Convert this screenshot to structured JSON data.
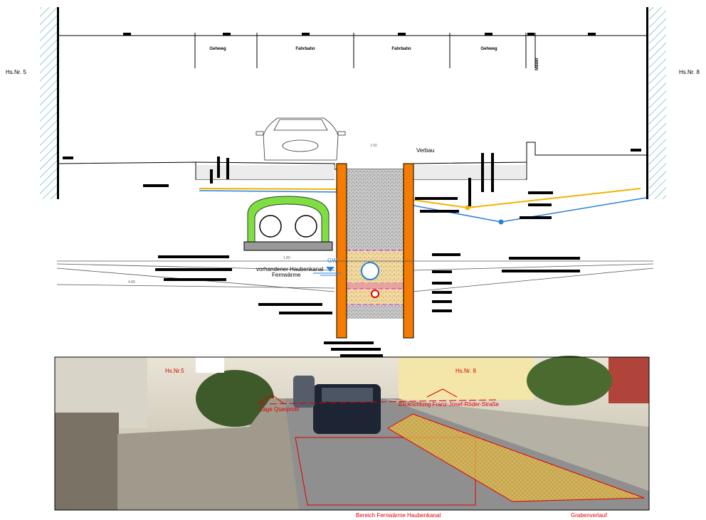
{
  "section": {
    "house_left": "Hs.Nr. 5",
    "house_right": "Hs.Nr. 8",
    "zones": [
      "Gehweg",
      "Fahrbahn",
      "Fahrbahn",
      "Gehweg",
      "Mauer"
    ],
    "verbau_label": "Verbau",
    "groundwater_label": "GW",
    "existing_channel_label": [
      "vorhandener Haubenkanal",
      "Fernwärme"
    ],
    "dimensions": [
      "1.50",
      "1.80",
      "4.80"
    ]
  },
  "photo": {
    "house_left": "Hs.Nr.5",
    "house_right": "Hs.Nr. 8",
    "cross_section_location": "Lage Querprofil",
    "view_direction": "Blickrichtung Franz-Josef-Röder-Straße",
    "area_label": "Bereich Fernwärme Haubenkanal",
    "trench_label": "Grabenverlauf"
  },
  "colors": {
    "sheet_pile": "#f57c00",
    "channel": "#77dd33",
    "pipe_blue": "#2a7fd6",
    "pipe_yellow": "#f0b400",
    "annotation_red": "#e00000"
  }
}
